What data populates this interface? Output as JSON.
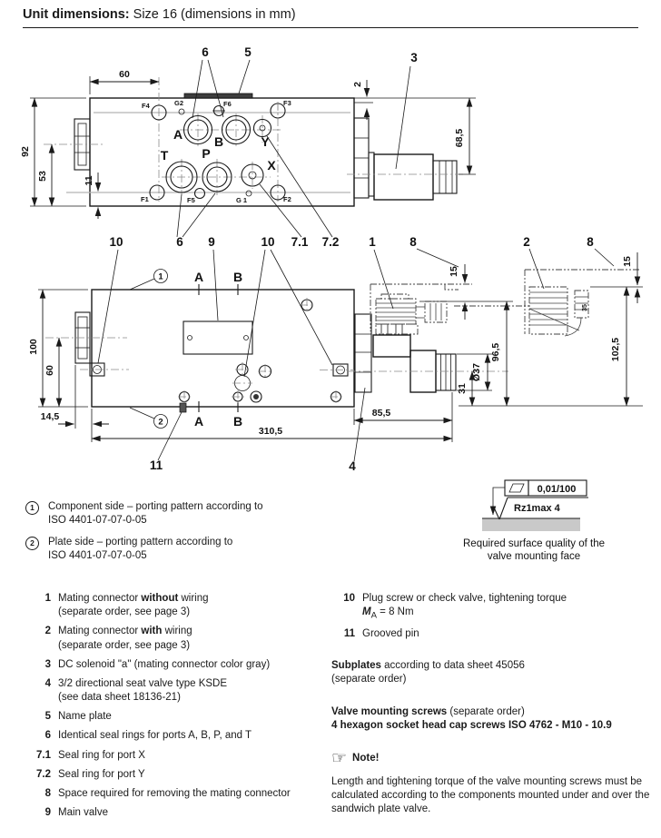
{
  "header": {
    "bold": "Unit dimensions:",
    "rest": " Size 16 (dimensions in mm)"
  },
  "t": {
    "c6": "6",
    "c5": "5",
    "c3": "3",
    "A": "A",
    "B": "B",
    "T": "T",
    "P": "P",
    "X": "X",
    "Y": "Y",
    "F1": "F1",
    "F2": "F2",
    "F3": "F3",
    "F4": "F4",
    "F5": "F5",
    "F6": "F6",
    "G1": "G 1",
    "G2": "G2",
    "d60": "60",
    "d92": "92",
    "d53": "53",
    "d11": "11",
    "d2": "2",
    "d685": "68,5"
  },
  "s": {
    "c10a": "10",
    "c6": "6",
    "c9": "9",
    "c10b": "10",
    "c71": "7.1",
    "c72": "7.2",
    "c1": "1",
    "c8a": "8",
    "c2": "2",
    "c8b": "8",
    "c11": "11",
    "c4": "4",
    "n1": "1",
    "n2": "2",
    "sa": "A",
    "sb": "B",
    "sa2": "A",
    "sb2": "B",
    "d100": "100",
    "d60": "60",
    "d145": "14,5",
    "d3105": "310,5",
    "d855": "85,5",
    "d15a": "15",
    "d15b": "15",
    "d965": "96,5",
    "d1025": "102,5",
    "d37": "Ø37",
    "d31": "31",
    "d35": "35"
  },
  "surface": {
    "flat": "0,01/100",
    "rough": "Rz1max 4",
    "cap1": "Required surface quality of the",
    "cap2": "valve mounting face"
  },
  "notes": [
    {
      "num": "1",
      "line1": "Component side – porting pattern according to",
      "line2": "ISO 4401-07-07-0-05"
    },
    {
      "num": "2",
      "line1": "Plate side – porting pattern according to",
      "line2": "ISO 4401-07-07-0-05"
    }
  ],
  "legend_left": [
    {
      "num": "1",
      "pre": "Mating connector ",
      "bold": "without",
      "post": " wiring",
      "line2": "(separate order, see page 3)"
    },
    {
      "num": "2",
      "pre": "Mating connector ",
      "bold": "with",
      "post": " wiring",
      "line2": "(separate order, see page 3)"
    },
    {
      "num": "3",
      "pre": "DC solenoid \"a\" (mating connector color gray)",
      "bold": "",
      "post": "",
      "line2": ""
    },
    {
      "num": "4",
      "pre": "3/2 directional seat valve type KSDE",
      "bold": "",
      "post": "",
      "line2": "(see data sheet 18136-21)"
    },
    {
      "num": "5",
      "pre": "Name plate",
      "bold": "",
      "post": "",
      "line2": ""
    },
    {
      "num": "6",
      "pre": "Identical seal rings for ports A, B, P, and T",
      "bold": "",
      "post": "",
      "line2": ""
    },
    {
      "num": "7.1",
      "pre": "Seal ring for port X",
      "bold": "",
      "post": "",
      "line2": ""
    },
    {
      "num": "7.2",
      "pre": "Seal ring for port Y",
      "bold": "",
      "post": "",
      "line2": ""
    },
    {
      "num": "8",
      "pre": "Space required for removing the mating connector",
      "bold": "",
      "post": "",
      "line2": ""
    },
    {
      "num": "9",
      "pre": "Main valve",
      "bold": "",
      "post": "",
      "line2": ""
    }
  ],
  "legend_right": {
    "i10": {
      "num": "10",
      "line1": "Plug screw or check valve, tightening torque",
      "m": "M",
      "sub": "A",
      "eq": " = 8 Nm"
    },
    "i11": {
      "num": "11",
      "text": "Grooved pin"
    },
    "subplates_bold": "Subplates",
    "subplates_rest": " according to data sheet 45056",
    "subplates_line2": "(separate order)",
    "vms_bold": "Valve mounting screws",
    "vms_rest": " (separate order)",
    "vms_line2": "4 hexagon socket head cap screws ISO 4762 - M10 - 10.9",
    "note_icon": "☞",
    "note_title": "Note!",
    "note_text": "Length and tightening torque of the valve mounting screws must be calculated according to the components mounted under and over the sandwich plate valve."
  }
}
